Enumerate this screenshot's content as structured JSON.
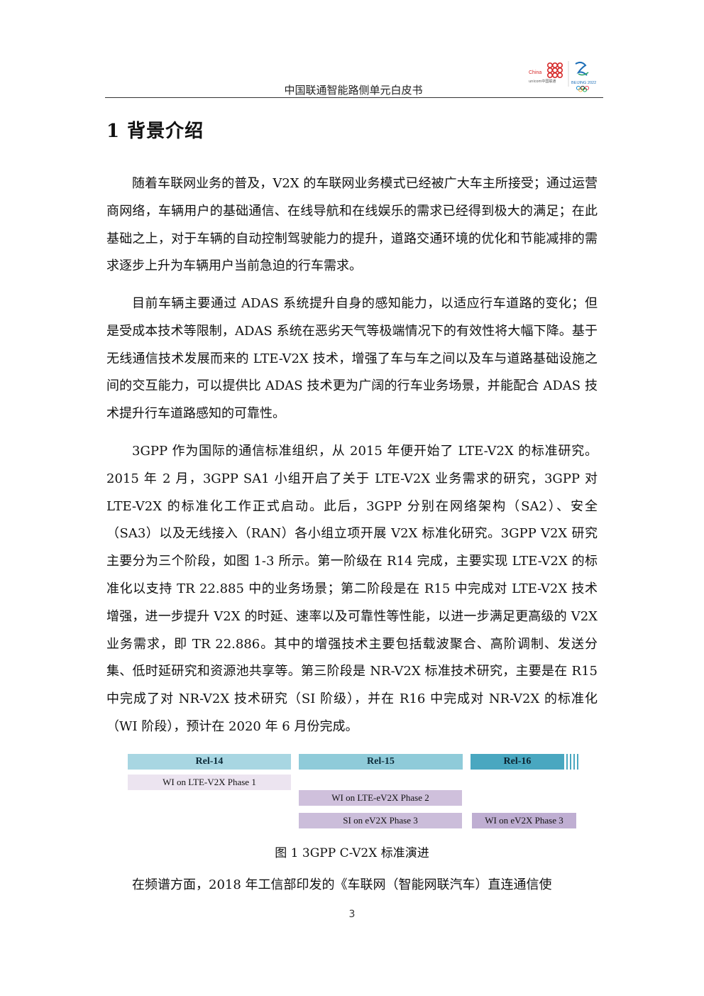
{
  "header": {
    "title": "中国联通智能路侧单元白皮书",
    "logo_unicom_text_1": "China",
    "logo_unicom_text_2": "unicom中国联通",
    "logo_beijing_text": "BEIJING 2022"
  },
  "section": {
    "title": "1  背景介绍"
  },
  "paragraphs": [
    "随着车联网业务的普及，V2X 的车联网业务模式已经被广大车主所接受；通过运营商网络，车辆用户的基础通信、在线导航和在线娱乐的需求已经得到极大的满足；在此基础之上，对于车辆的自动控制驾驶能力的提升，道路交通环境的优化和节能减排的需求逐步上升为车辆用户当前急迫的行车需求。",
    "目前车辆主要通过 ADAS 系统提升自身的感知能力，以适应行车道路的变化；但是受成本技术等限制，ADAS 系统在恶劣天气等极端情况下的有效性将大幅下降。基于无线通信技术发展而来的 LTE-V2X 技术，增强了车与车之间以及车与道路基础设施之间的交互能力，可以提供比 ADAS 技术更为广阔的行车业务场景，并能配合 ADAS 技术提升行车道路感知的可靠性。",
    "3GPP 作为国际的通信标准组织，从 2015 年便开始了 LTE-V2X 的标准研究。2015 年 2 月，3GPP SA1 小组开启了关于 LTE-V2X 业务需求的研究，3GPP 对 LTE-V2X 的标准化工作正式启动。此后，3GPP 分别在网络架构（SA2）、安全（SA3）以及无线接入（RAN）各小组立项开展 V2X 标准化研究。3GPP V2X 研究主要分为三个阶段，如图 1-3 所示。第一阶级在 R14 完成，主要实现 LTE-V2X 的标准化以支持 TR 22.885 中的业务场景；第二阶段是在 R15 中完成对 LTE-V2X 技术增强，进一步提升 V2X 的时延、速率以及可靠性等性能，以进一步满足更高级的 V2X 业务需求，即 TR 22.886。其中的增强技术主要包括载波聚合、高阶调制、发送分集、低时延研究和资源池共享等。第三阶段是 NR-V2X 标准技术研究，主要是在 R15 中完成了对 NR-V2X 技术研究（SI 阶级），并在 R16 中完成对 NR-V2X 的标准化（WI 阶段），预计在 2020 年 6 月份完成。",
    "在频谱方面，2018 年工信部印发的《车联网（智能网联汽车）直连通信使"
  ],
  "figure": {
    "releases": [
      {
        "label": "Rel-14",
        "color": "#a8d6e2"
      },
      {
        "label": "Rel-15",
        "color": "#8fcbd9"
      },
      {
        "label": "Rel-16",
        "color": "#49a7c0"
      }
    ],
    "items": [
      {
        "label": "WI on LTE-V2X Phase 1",
        "color": "#ece4f0"
      },
      {
        "label": "WI on LTE-eV2X Phase 2",
        "color": "#cfc0dc"
      },
      {
        "label": "SI on eV2X Phase 3",
        "color": "#cbbdda"
      },
      {
        "label": "WI on eV2X Phase 3",
        "color": "#bfaed2"
      }
    ],
    "caption": "图 1 3GPP C-V2X 标准演进"
  },
  "page_number": "3"
}
